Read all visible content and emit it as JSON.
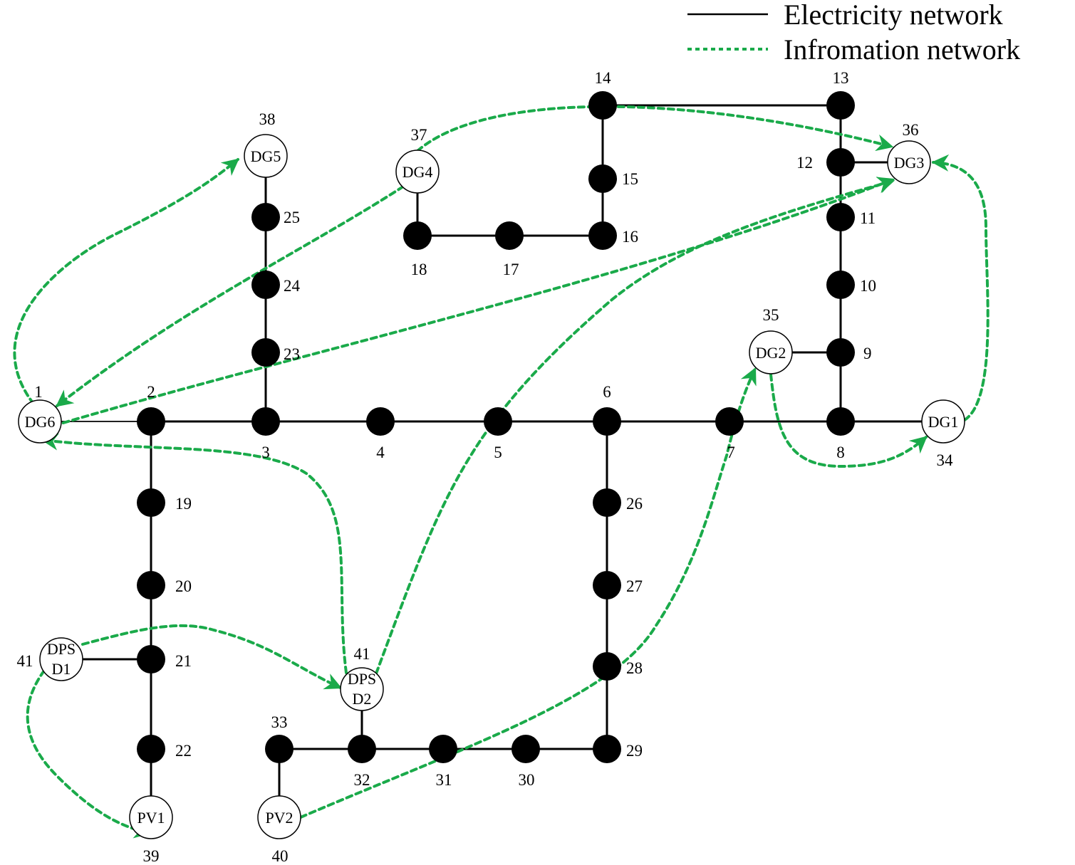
{
  "legend": {
    "electricity_label": "Electricity network",
    "information_label": "Infromation network"
  },
  "colors": {
    "electric_line": "#000000",
    "info_line": "#1aaa4a",
    "bus_fill": "#000000",
    "generator_fill": "#ffffff"
  },
  "buses": {
    "b2": "2",
    "b3": "3",
    "b4": "4",
    "b5": "5",
    "b6": "6",
    "b7": "7",
    "b8": "8",
    "b9": "9",
    "b10": "10",
    "b11": "11",
    "b12": "12",
    "b13": "13",
    "b14": "14",
    "b15": "15",
    "b16": "16",
    "b17": "17",
    "b18": "18",
    "b19": "19",
    "b20": "20",
    "b21": "21",
    "b22": "22",
    "b23": "23",
    "b24": "24",
    "b25": "25",
    "b26": "26",
    "b27": "27",
    "b28": "28",
    "b29": "29",
    "b30": "30",
    "b31": "31",
    "b32": "32",
    "b33": "33"
  },
  "generators": {
    "dg6": {
      "name": "DG6",
      "number": "1"
    },
    "dg1": {
      "name": "DG1",
      "number": "34"
    },
    "dg2": {
      "name": "DG2",
      "number": "35"
    },
    "dg3": {
      "name": "DG3",
      "number": "36"
    },
    "dg4": {
      "name": "DG4",
      "number": "37"
    },
    "dg5": {
      "name": "DG5",
      "number": "38"
    },
    "pv1": {
      "name": "PV1",
      "number": "39"
    },
    "pv2": {
      "name": "PV2",
      "number": "40"
    },
    "dpsd1": {
      "line1": "DPS",
      "line2": "D1",
      "number": "41"
    },
    "dpsd2": {
      "line1": "DPS",
      "line2": "D2",
      "number": "41"
    }
  }
}
